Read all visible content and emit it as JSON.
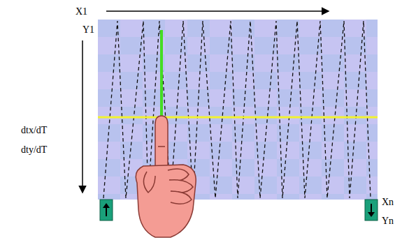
{
  "diagram": {
    "labels": [
      "X1",
      "Y1",
      "dtx/dT",
      "dty/dT",
      "Xn",
      "Yn"
    ]
  }
}
